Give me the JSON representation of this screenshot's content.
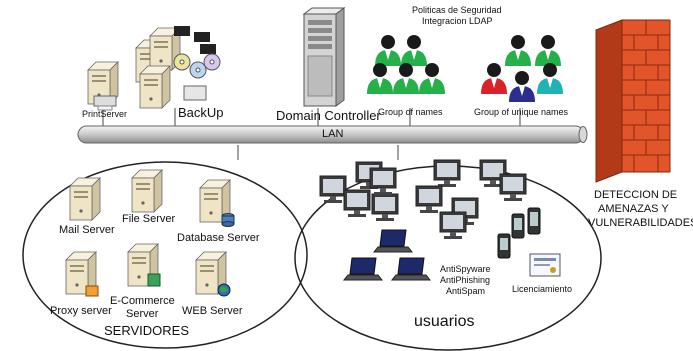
{
  "top": {
    "print_server": "PrintServer",
    "backup": "BackUp",
    "domain_controller": "Domain Controller",
    "policies_line1": "Politicas de Seguridad",
    "policies_line2": "Integracion LDAP",
    "group_of_names": "Group of names",
    "group_of_unique_names": "Group of unique names"
  },
  "lan": "LAN",
  "servers": {
    "mail": "Mail Server",
    "file": "File Server",
    "database": "Database Server",
    "proxy": "Proxy server",
    "ecommerce_line1": "E-Commerce",
    "ecommerce_line2": "Server",
    "web": "WEB Server",
    "zone_label": "SERVIDORES"
  },
  "users": {
    "security_line1": "AntiSpyware",
    "security_line2": "AntiPhishing",
    "security_line3": "AntiSpam",
    "licensing": "Licenciamiento",
    "zone_label": "usuarios"
  },
  "threats": {
    "line1": "DETECCION DE",
    "line2": "AMENAZAS Y",
    "line3": "VULNERABILIDADES"
  },
  "colors": {
    "firewall": "#e2542a",
    "group_green": "#25b04a",
    "group_red": "#d8232a",
    "group_teal": "#1fb3b3",
    "group_navy": "#2a2f8f",
    "server_beige": "#efe4c6"
  }
}
